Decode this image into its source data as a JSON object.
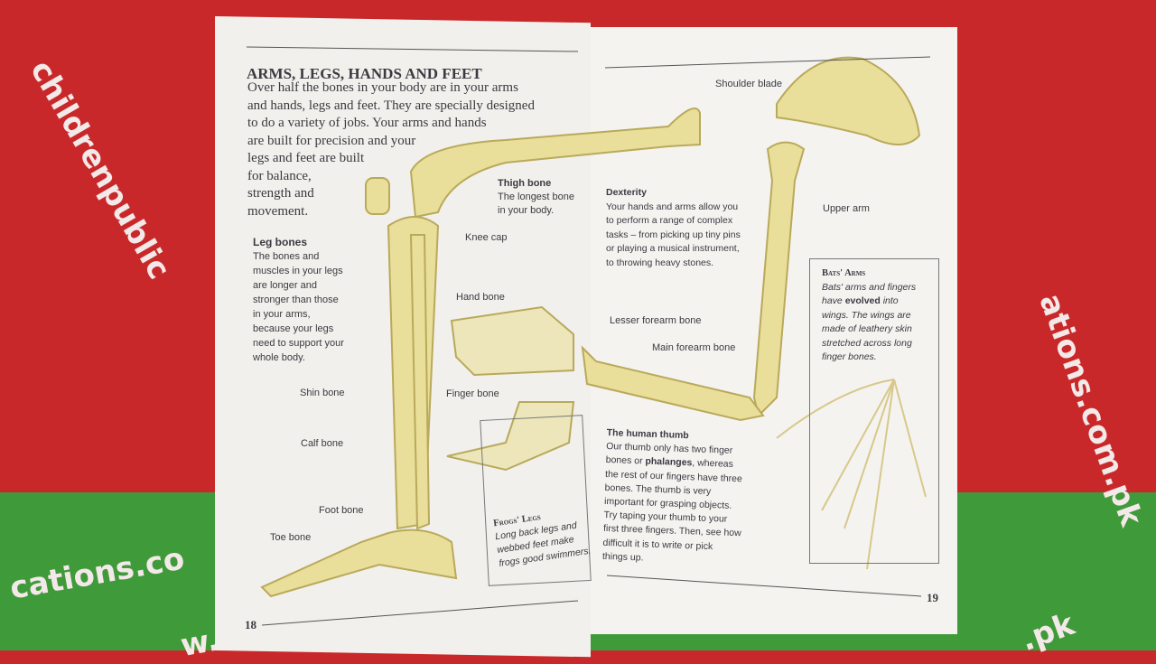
{
  "background_watermarks": [
    "childrenpublic",
    "ations.com.pk",
    "cations.co",
    "w.c",
    ".pk"
  ],
  "left_page": {
    "title": "ARMS, LEGS, HANDS AND FEET",
    "intro_lines": [
      "Over half the bones in your body are in your arms",
      "and hands, legs and feet. They are specially designed",
      "to do a variety of jobs. Your arms and hands",
      "are built for precision and your",
      "legs and feet are built",
      "for balance,",
      "strength and",
      "movement."
    ],
    "leg_bones": {
      "heading": "Leg bones",
      "lines": [
        "The bones and",
        "muscles in your legs",
        "are longer and",
        "stronger than those",
        "in your arms,",
        "because your legs",
        "need to support your",
        "whole body."
      ]
    },
    "thigh_bone": {
      "heading": "Thigh bone",
      "lines": [
        "The longest bone",
        "in your body."
      ]
    },
    "labels": {
      "knee_cap": "Knee cap",
      "hand_bone": "Hand bone",
      "finger_bone": "Finger bone",
      "shin_bone": "Shin bone",
      "calf_bone": "Calf bone",
      "foot_bone": "Foot bone",
      "toe_bone": "Toe bone"
    },
    "frogs_legs": {
      "heading": "Frogs' Legs",
      "lines": [
        "Long back legs and",
        "webbed feet make",
        "frogs good swimmers."
      ]
    },
    "page_number": "18"
  },
  "right_page": {
    "labels": {
      "shoulder_blade": "Shoulder blade",
      "upper_arm": "Upper arm",
      "lesser_forearm": "Lesser forearm bone",
      "main_forearm": "Main forearm bone"
    },
    "dexterity": {
      "heading": "Dexterity",
      "lines": [
        "Your hands and arms allow you",
        "to perform a range of complex",
        "tasks – from picking up tiny pins",
        "or playing a musical instrument,",
        "to throwing heavy stones."
      ]
    },
    "thumb": {
      "heading": "The human thumb",
      "line1": "Our thumb only has two finger",
      "line2a": "bones or ",
      "line2b": "phalanges",
      "line2c": ", whereas",
      "lines": [
        "the rest of our fingers have three",
        "bones. The thumb is very",
        "important for grasping objects.",
        "Try taping your thumb to your",
        "first three fingers. Then, see how",
        "difficult it is to write or pick",
        "things up."
      ]
    },
    "bats_arms": {
      "heading": "Bats' Arms",
      "line1": "Bats' arms and fingers",
      "line2a": "have ",
      "line2b": "evolved",
      "line2c": " into",
      "lines": [
        "wings. The wings are",
        "made of leathery skin",
        "stretched across long",
        "finger bones."
      ]
    },
    "page_number": "19"
  },
  "colors": {
    "bone": "#eadf9a",
    "bone_edge": "#b9a95a",
    "red": "#c9282a",
    "green": "#3f9a3a"
  }
}
